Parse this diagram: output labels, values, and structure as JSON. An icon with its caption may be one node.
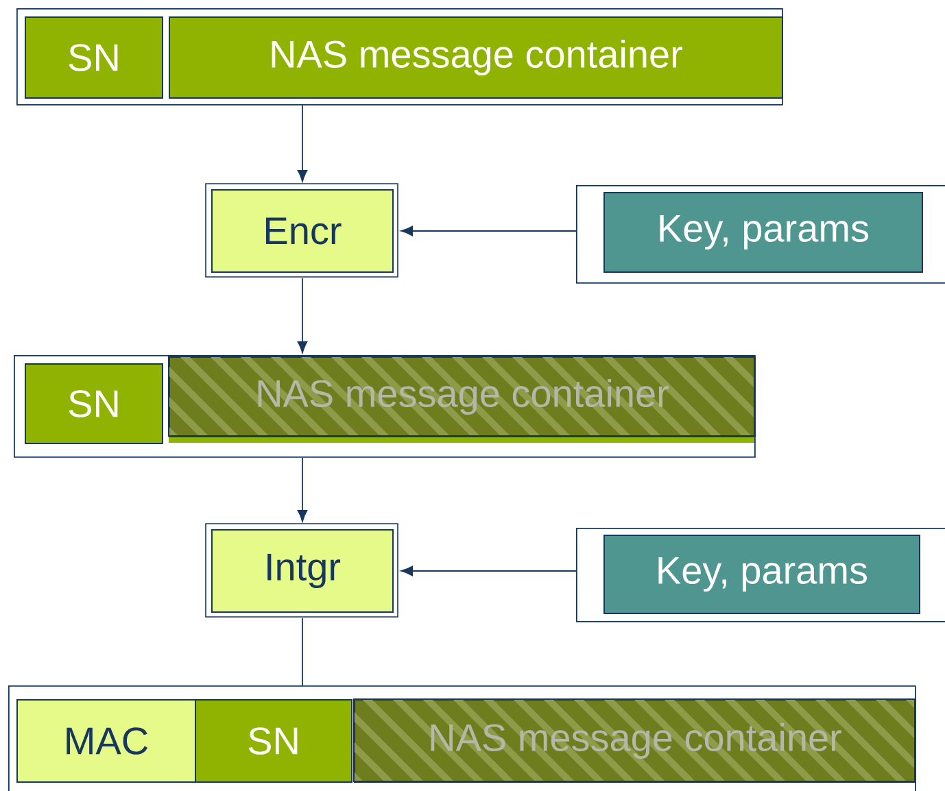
{
  "diagram": {
    "nodes": [
      {
        "text": [],
        "shape": "box"
      },
      {
        "text": [
          "SN"
        ],
        "in": 0
      },
      {
        "text": [
          "NAS message container"
        ],
        "in": 0
      },
      {
        "text": [
          "Encr"
        ]
      },
      {
        "text": [],
        "shape": "box"
      },
      {
        "text": [
          "Key, params"
        ],
        "in": 4
      },
      {
        "text": [],
        "shape": "box"
      },
      {
        "text": [
          "SN"
        ],
        "in": 6
      },
      {
        "text": [
          "NAS message container"
        ],
        "in": 6
      },
      {
        "text": [
          "Intgr"
        ]
      },
      {
        "text": [],
        "shape": "box"
      },
      {
        "text": [
          "Key, params"
        ],
        "in": 10
      },
      {
        "text": [],
        "shape": "box"
      },
      {
        "text": [
          "MAC"
        ],
        "in": 12
      },
      {
        "text": [
          "SN"
        ],
        "in": 12
      },
      {
        "text": [
          "NAS message container"
        ],
        "in": 12
      }
    ],
    "edges": [
      {
        "from": 0,
        "to": 3,
        "arrow": "to"
      },
      {
        "from": 4,
        "to": 3,
        "arrow": "to"
      },
      {
        "from": 3,
        "to": 6,
        "arrow": "to"
      },
      {
        "from": 6,
        "to": 9,
        "arrow": "to"
      },
      {
        "from": 10,
        "to": 9,
        "arrow": "to"
      },
      {
        "from": 9,
        "to": 12,
        "arrow": "none"
      }
    ]
  }
}
